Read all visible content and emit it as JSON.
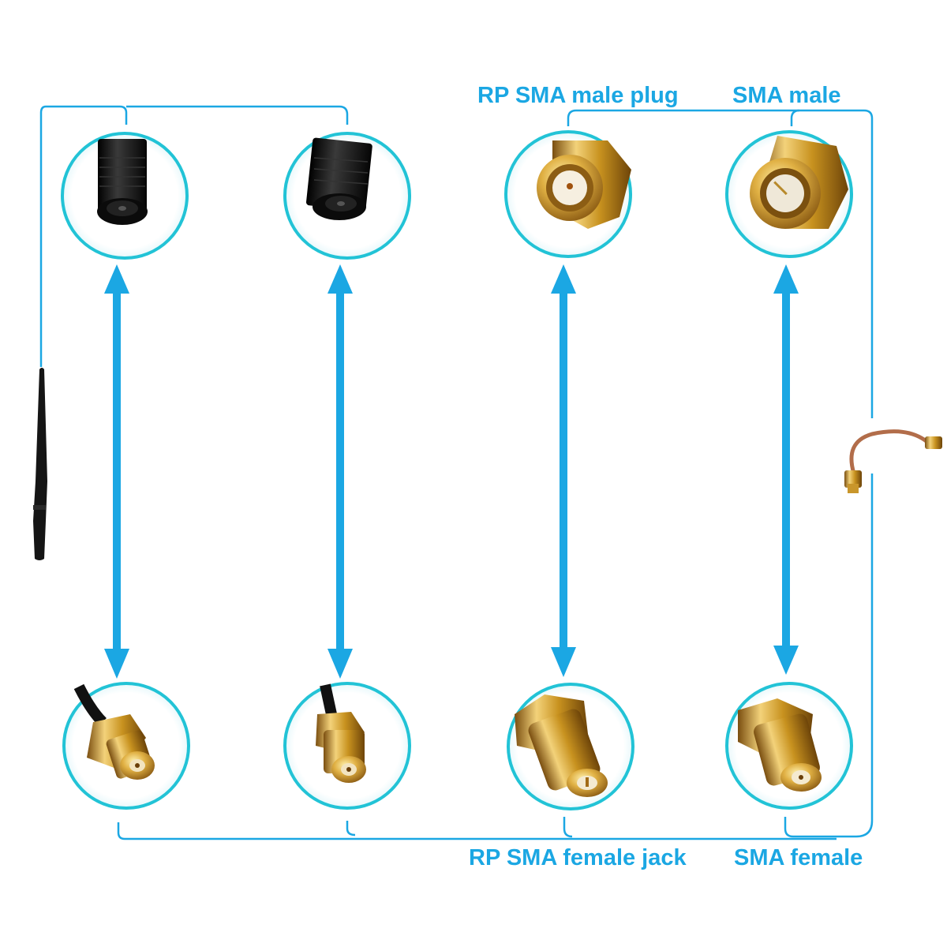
{
  "labels": {
    "rp_sma_male_plug": "RP SMA male plug",
    "sma_male": "SMA male",
    "rp_sma_female_jack": "RP SMA female jack",
    "sma_female": "SMA female"
  },
  "colors": {
    "accent": "#1ba7e3",
    "ring": "#22c3d6",
    "gold": "#d4a233",
    "black_connector": "#111111"
  },
  "icons": [
    "antenna-icon",
    "pigtail-cable-icon",
    "double-arrow-icon"
  ]
}
